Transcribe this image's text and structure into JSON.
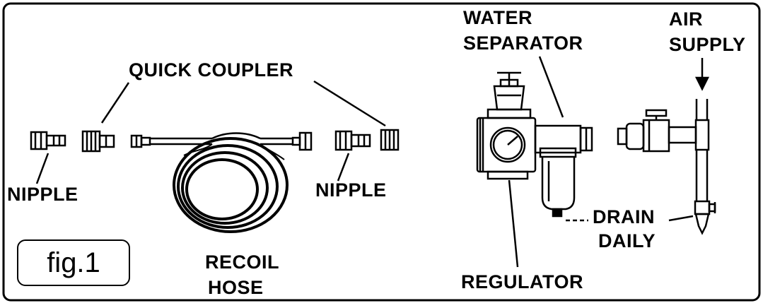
{
  "figure": {
    "label": "fig.1"
  },
  "labels": {
    "quick_coupler": "QUICK COUPLER",
    "nipple_left": "NIPPLE",
    "nipple_right": "NIPPLE",
    "recoil_hose_line1": "RECOIL",
    "recoil_hose_line2": "HOSE",
    "water_separator_line1": "WATER",
    "water_separator_line2": "SEPARATOR",
    "air_supply_line1": "AIR",
    "air_supply_line2": "SUPPLY",
    "drain_daily_line1": "DRAIN",
    "drain_daily_line2": "DAILY",
    "regulator": "REGULATOR"
  },
  "colors": {
    "line": "#000000",
    "background": "#ffffff"
  }
}
